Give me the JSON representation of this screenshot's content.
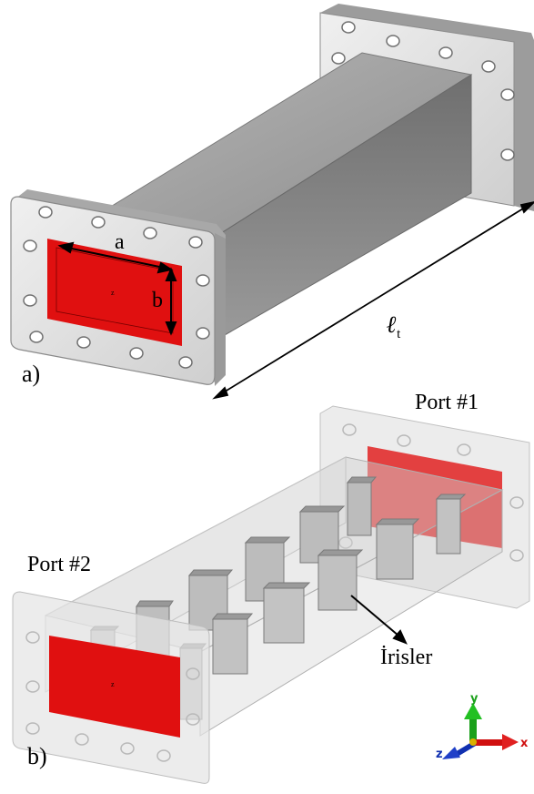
{
  "labels": {
    "panel_a": "a)",
    "panel_b": "b)",
    "port1": "Port #1",
    "port2": "Port #2",
    "irises": "İrisler",
    "dim_a": "a",
    "dim_b": "b",
    "length_symbol": "ℓ",
    "length_subscript": "t",
    "port_face_mark": "z"
  },
  "axes": {
    "x": "x",
    "y": "y",
    "z": "z"
  },
  "colors": {
    "port": "#e01010",
    "flange": "#d4d4d4",
    "body": "#8a8a8a",
    "glass": "#c8c8c8",
    "iris": "#b8b8b8",
    "axis_x": "#d01010",
    "axis_y": "#1aa01a",
    "axis_z": "#1030b0"
  }
}
